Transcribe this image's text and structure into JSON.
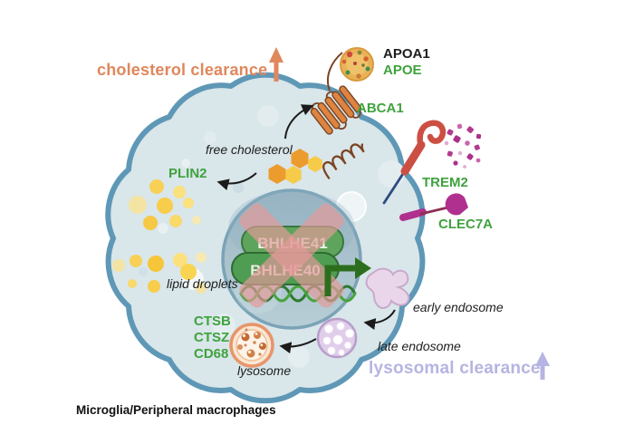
{
  "figure": {
    "caption": "Microglia/Peripheral macrophages"
  },
  "processes": {
    "cholesterol_clearance": {
      "label": "cholesterol clearance",
      "direction": "up",
      "color": "#e0875c"
    },
    "lysosomal_clearance": {
      "label": "lysosomal clearance",
      "direction": "up",
      "color": "#b6b4e2"
    }
  },
  "molecule_labels": {
    "apoa1": "APOA1",
    "apoe": "APOE",
    "abca1": "ABCA1",
    "plin2": "PLIN2",
    "trem2": "TREM2",
    "clec7a": "CLEC7A",
    "ctsb": "CTSB",
    "ctsz": "CTSZ",
    "cd68": "CD68"
  },
  "transcription_factors": {
    "top": "BHLHE41",
    "bottom": "BHLHE40"
  },
  "organelle_labels": {
    "free_cholesterol": "free cholesterol",
    "lipid_droplets": "lipid droplets",
    "lysosome": "lysosome",
    "early_endosome": "early endosome",
    "late_endosome": "late endosome"
  },
  "colors": {
    "gene_green": "#3fa23e",
    "cholesterol_orange": "#e0875c",
    "lysosomal_purple": "#b6b4e2",
    "cell_fill": "#d9e6ea",
    "membrane_blue": "#5f98b6",
    "nucleus_fill": "#a9c2cd",
    "lipid_yellow": "#f8d055",
    "abca1_orange": "#dd8440",
    "trem2_red": "#cc4f44",
    "clec7a_magenta": "#b0308f",
    "lysosome_orange": "#e8956b",
    "endosome_lavender": "#dfcdea"
  }
}
